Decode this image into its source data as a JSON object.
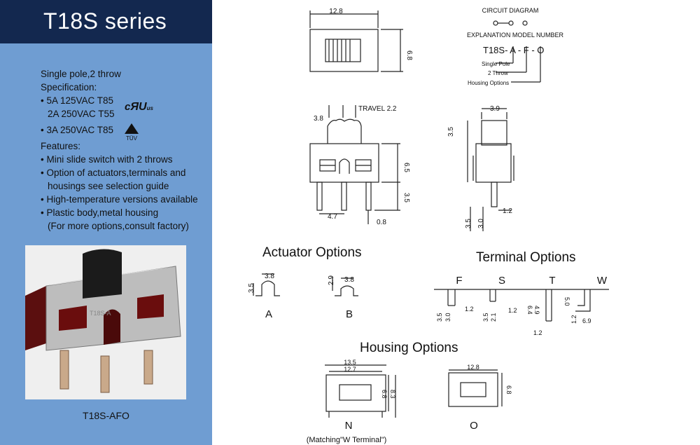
{
  "header": {
    "title": "T18S series"
  },
  "spec": {
    "pole": "Single pole,2 throw",
    "spec_label": "Specification:",
    "rating1a": "5A 125VAC T85",
    "rating1b": "2A 250VAC T55",
    "rating2": "3A 250VAC T85",
    "features_label": "Features:",
    "features": [
      "Mini slide switch with 2 throws",
      "Option of actuators,terminals and",
      "housings see selection guide",
      "High-temperature versions available",
      "Plastic body,metal housing",
      "(For more options,consult factory)"
    ],
    "ul_mark": "cRUus",
    "tuv_mark": "TÜV"
  },
  "photo": {
    "caption": "T18S-AFO"
  },
  "circuit": {
    "title": "CIRCUIT DIAGRAM",
    "model_title": "EXPLANATION MODEL NUMBER",
    "model": "T18S- A - F - O",
    "labels": [
      "Single Pole",
      "2 Throw",
      "Housing Options"
    ]
  },
  "dims": {
    "top_w": "12.8",
    "top_h": "6.8",
    "front_a": "3.8",
    "travel": "TRAVEL 2.2",
    "front_h": "6.5",
    "pin_h": "3.5",
    "pitch": "4.7",
    "pin_w": "0.8",
    "side_w": "3.9",
    "side_top": "3.5",
    "side_pin": "1.2",
    "side_b1": "3.5",
    "side_b2": "3.0"
  },
  "actuator": {
    "heading": "Actuator Options",
    "a_label": "A",
    "a_w": "3.8",
    "a_h": "3.5",
    "b_label": "B",
    "b_w": "3.8",
    "b_h": "2.9"
  },
  "terminal": {
    "heading": "Terminal Options",
    "labels": [
      "F",
      "S",
      "T",
      "W"
    ],
    "f_dims": [
      "3.5",
      "3.0",
      "1.2"
    ],
    "s_dims": [
      "3.5",
      "2.1",
      "1.2"
    ],
    "t_dims": [
      "6.4",
      "4.9",
      "1.2"
    ],
    "w_dims": [
      "5.0",
      "1.2",
      "6.9"
    ]
  },
  "housing": {
    "heading": "Housing Options",
    "n_label": "N",
    "n_w1": "13.5",
    "n_w2": "12.7",
    "n_h1": "6.8",
    "n_h2": "8.3",
    "n_note": "(Matching\"W Terminal\")",
    "o_label": "O",
    "o_w": "12.8",
    "o_h": "6.8"
  }
}
